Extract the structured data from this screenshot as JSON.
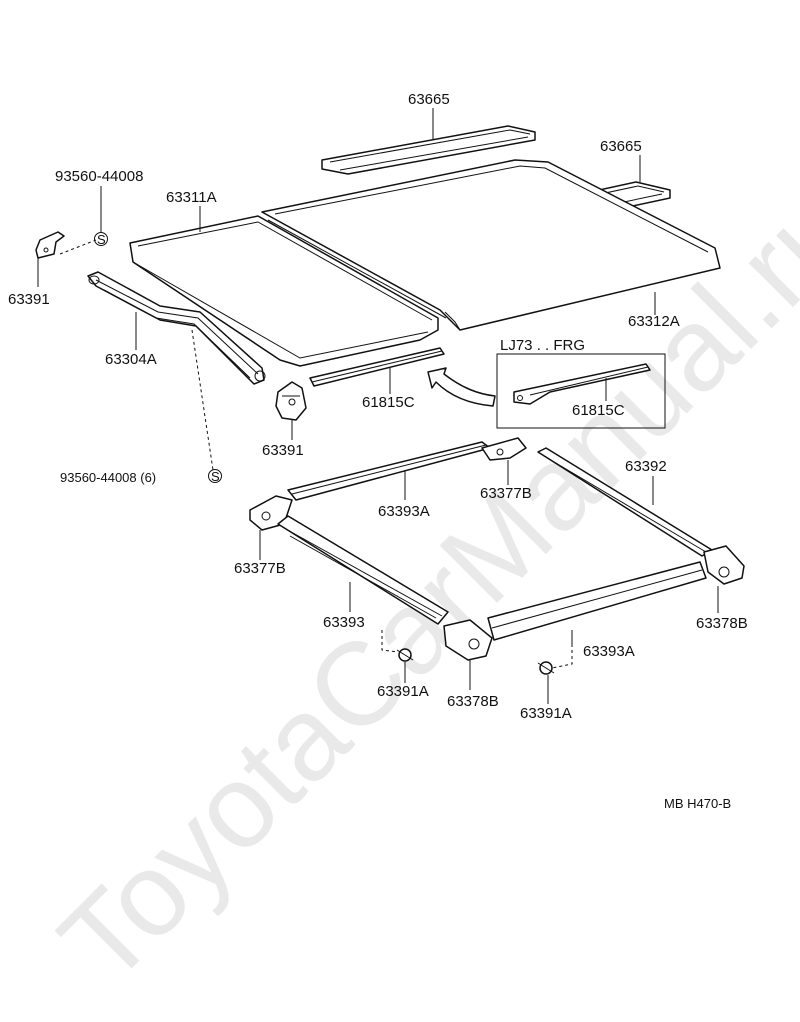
{
  "watermark": "ToyotaCarManual.ru",
  "footer_code": "MB  H470-B",
  "inset_title": "LJ73 . . FRG",
  "callouts": {
    "roof_molding_center": "63665",
    "roof_molding_right": "63665",
    "roof_panel_front": "63311A",
    "roof_panel_rear": "63312A",
    "screw_top": "93560-44008",
    "screw_lower": "93560-44008  (6)",
    "hinge_left": "63391",
    "frame_left": "63304A",
    "bracket_small": "63391",
    "weatherstrip": "61815C",
    "inset_weatherstrip": "61815C",
    "rail_rear": "63393A",
    "bracket_center": "63377B",
    "rail_right": "63392",
    "bracket_left": "63377B",
    "rail_left": "63393",
    "bracket_right": "63378B",
    "rail_front": "63393A",
    "bolt_left": "63391A",
    "corner_front": "63378B",
    "bolt_right": "63391A"
  },
  "fastener_symbol": "S"
}
